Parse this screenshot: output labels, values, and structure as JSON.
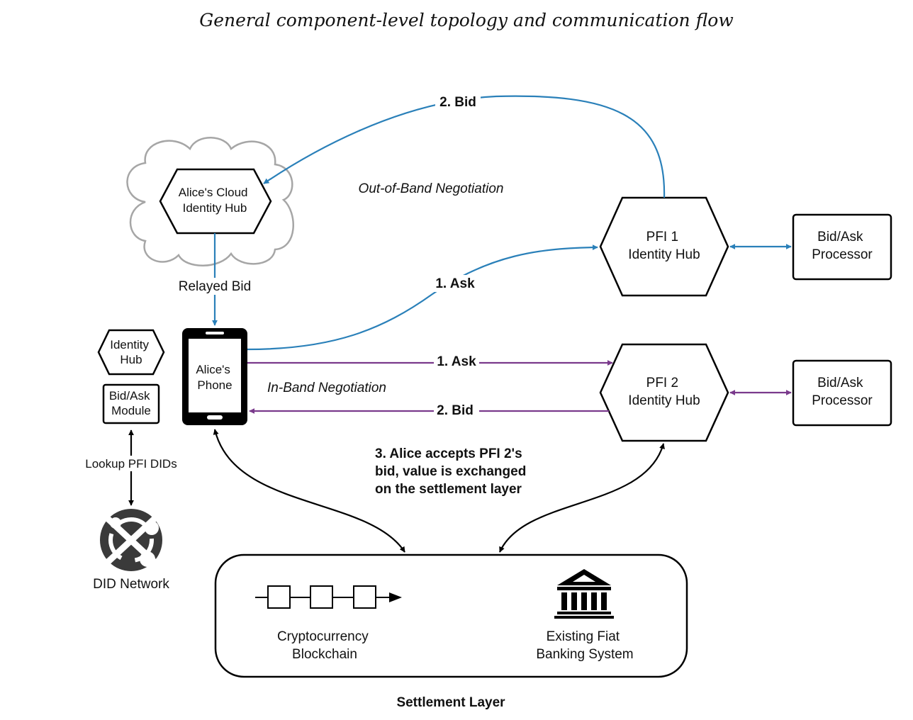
{
  "title": "General component-level topology and communication flow",
  "nodes": {
    "cloud_hub": [
      "Alice's Cloud",
      "Identity Hub"
    ],
    "pfi1_hub": [
      "PFI 1",
      "Identity Hub"
    ],
    "pfi2_hub": [
      "PFI 2",
      "Identity Hub"
    ],
    "processor1": [
      "Bid/Ask",
      "Processor"
    ],
    "processor2": [
      "Bid/Ask",
      "Processor"
    ],
    "phone": [
      "Alice's",
      "Phone"
    ],
    "identity_hub": [
      "Identity",
      "Hub"
    ],
    "bidask_module": [
      "Bid/Ask",
      "Module"
    ],
    "did_network": "DID Network",
    "crypto": [
      "Cryptocurrency",
      "Blockchain"
    ],
    "fiat": [
      "Existing Fiat",
      "Banking System"
    ],
    "settlement": "Settlement Layer"
  },
  "edges": {
    "bid_out_of_band": "2. Bid",
    "ask_out_of_band": "1. Ask",
    "relayed_bid": "Relayed Bid",
    "ask_in_band": "1. Ask",
    "bid_in_band": "2. Bid",
    "lookup": "Lookup PFI DIDs",
    "accept": [
      "3. Alice accepts PFI 2's",
      "bid, value is exchanged",
      "on the settlement layer"
    ]
  },
  "regions": {
    "out_of_band": "Out-of-Band Negotiation",
    "in_band": "In-Band Negotiation"
  },
  "colors": {
    "out_of_band_edges": "#2a80b9",
    "in_band_edges": "#7a3a8c",
    "outline": "#000000",
    "cloud": "#a6a6a6"
  }
}
